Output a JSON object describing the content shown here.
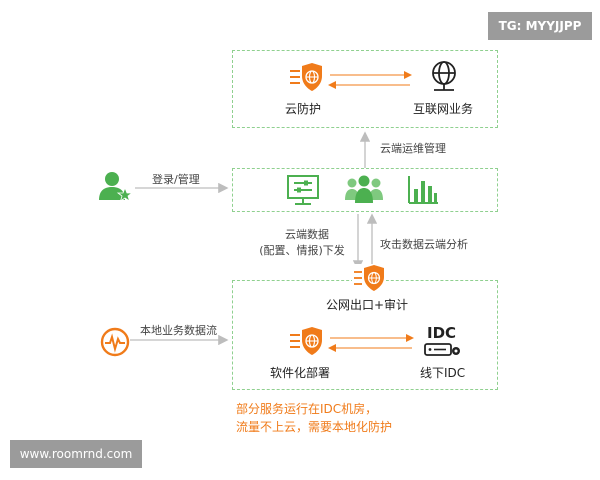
{
  "watermark_tr": "TG: MYYJJPP",
  "watermark_bl": "www.roomrnd.com",
  "top_box": {
    "left_label": "云防护",
    "right_label": "互联网业务"
  },
  "middle": {
    "login_label": "登录/管理",
    "cloud_ops_label": "云端运维管理",
    "cloud_data_label_1": "云端数据",
    "cloud_data_label_2": "(配置、情报)下发",
    "attack_analysis_label": "攻击数据云端分析"
  },
  "bottom_box": {
    "public_exit_label": "公网出口+审计",
    "local_flow_label": "本地业务数据流",
    "software_label": "软件化部署",
    "idc_text": "IDC",
    "offline_idc_label": "线下IDC"
  },
  "note_line_1": "部分服务运行在IDC机房，",
  "note_line_2": "流量不上云，需要本地化防护",
  "colors": {
    "orange": "#f07b1a",
    "green": "#4cb050",
    "dashed": "#8fd08f",
    "arrow": "#bdbdbd"
  }
}
